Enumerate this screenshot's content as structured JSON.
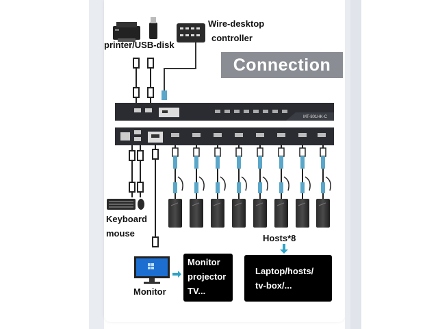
{
  "labels": {
    "wire_controller_1": "Wire-desktop",
    "wire_controller_2": "controller",
    "printer_usb": "printer/USB-disk",
    "connection": "Connection",
    "keyboard": "Keyboard",
    "mouse": "mouse",
    "hosts": "Hosts*8",
    "monitor": "Monitor",
    "box_monitor_line1": "Monitor",
    "box_monitor_line2": "projector",
    "box_monitor_line3": "TV...",
    "box_laptop_line1": "Laptop/hosts/",
    "box_laptop_line2": "tv-box/...",
    "model": "MT-801HK-C"
  },
  "colors": {
    "panel": "#2a2c31",
    "cable_blue": "#5aa7c9",
    "badge_gray": "#8a8d93",
    "monitor_screen": "#1c6fd1"
  },
  "icons": [
    "printer-icon",
    "usb-disk-icon",
    "controller-icon",
    "keyboard-icon",
    "mouse-icon",
    "monitor-icon",
    "kvm-switch-icon",
    "host-box-icon",
    "hdmi-cable-icon",
    "usb-cable-icon"
  ]
}
